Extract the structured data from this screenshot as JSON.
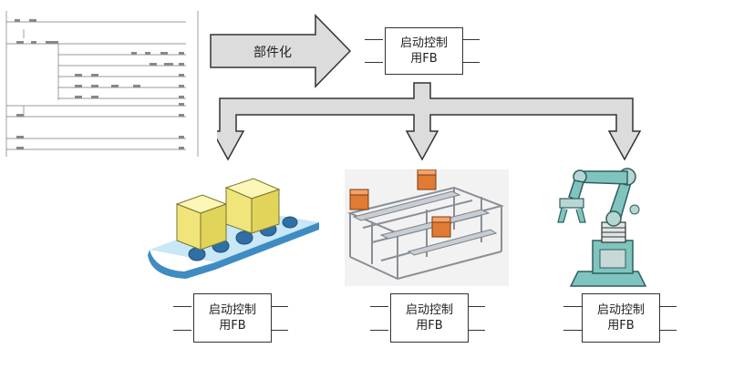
{
  "main_arrow": {
    "label": "部件化"
  },
  "fb_block": {
    "line1": "启动控制",
    "line2": "用FB"
  },
  "targets": [
    {
      "name": "conveyor",
      "fb_line1": "启动控制",
      "fb_line2": "用FB"
    },
    {
      "name": "assembly-line",
      "fb_line1": "启动控制",
      "fb_line2": "用FB"
    },
    {
      "name": "robot-arm",
      "fb_line1": "启动控制",
      "fb_line2": "用FB"
    }
  ],
  "colors": {
    "arrow_fill": "#dcdcdc",
    "arrow_stroke": "#333333",
    "box_yellow": "#f4ef8a",
    "belt_blue": "#5fa8d6",
    "orange": "#e0823a",
    "robot_teal": "#7fc4bf"
  }
}
